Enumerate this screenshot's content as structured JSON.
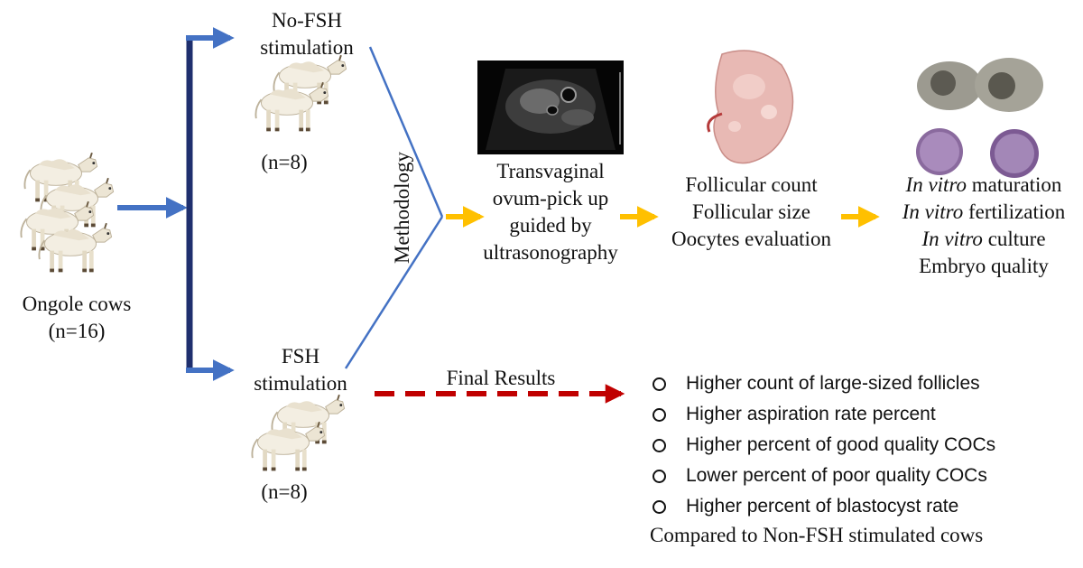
{
  "cohort": {
    "label": "Ongole cows",
    "n": "(n=16)"
  },
  "groups": {
    "no_fsh": {
      "title_line1": "No-FSH",
      "title_line2": "stimulation",
      "n": "(n=8)"
    },
    "fsh": {
      "title_line1": "FSH",
      "title_line2": "stimulation",
      "n": "(n=8)"
    }
  },
  "methodology_label": "Methodology",
  "steps": {
    "opu": [
      "Transvaginal",
      "ovum-pick up",
      "guided by",
      "ultrasonography"
    ],
    "follicle": [
      "Follicular count",
      "Follicular size",
      "Oocytes evaluation"
    ],
    "ivp": [
      {
        "italic": "In vitro",
        "rest": " maturation"
      },
      {
        "italic": "In vitro",
        "rest": " fertilization"
      },
      {
        "italic": "In vitro",
        "rest": " culture"
      },
      {
        "italic": "",
        "rest": "Embryo quality"
      }
    ]
  },
  "final_results_label": "Final Results",
  "results": [
    "Higher count of large-sized follicles",
    "Higher aspiration rate percent",
    "Higher percent of good quality COCs",
    "Lower percent of poor quality COCs",
    "Higher percent of blastocyst rate"
  ],
  "comparison": "Compared to Non-FSH stimulated cows",
  "colors": {
    "blue_arrow": "#4472c4",
    "dark_bracket": "#1f2f6e",
    "yellow_arrow": "#ffc000",
    "red_dashed": "#c00000"
  }
}
